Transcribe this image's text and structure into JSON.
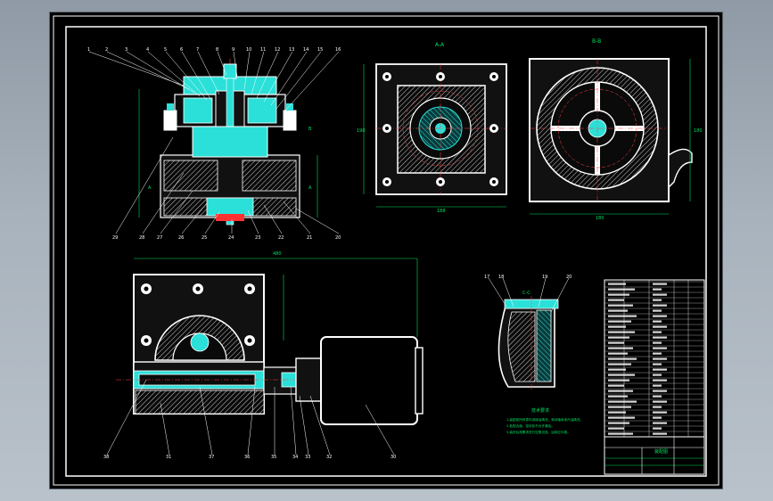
{
  "drawing": {
    "section_aa_label": "A-A",
    "section_bb_label": "B-B",
    "section_cc_label": "C-C",
    "mark_a_left": "A",
    "mark_a_right": "A",
    "mark_b": "B"
  },
  "callouts_top": [
    "1",
    "2",
    "3",
    "4",
    "5",
    "6",
    "7",
    "8",
    "9",
    "10",
    "11",
    "12",
    "13",
    "14",
    "15",
    "16"
  ],
  "callouts_left_bottom": [
    "29",
    "28",
    "27",
    "26",
    "25",
    "24",
    "23",
    "22",
    "21",
    "20"
  ],
  "callouts_lower": [
    "38",
    "31",
    "37",
    "36",
    "35",
    "34",
    "33",
    "32",
    "30"
  ],
  "callouts_cc": [
    "17",
    "18",
    "19",
    "20"
  ],
  "dimensions": {
    "aa_width": "188",
    "aa_height": "190",
    "bb_width": "180",
    "bb_height": "180",
    "lower_width": "480"
  },
  "tech_notes": {
    "title": "技术要求",
    "lines": [
      "1.装配前所有零件用煤油清洗，滚动轴承用汽油清洗。",
      "2.各配合面、密封处不允许漏油。",
      "3.装好后按要求进行空载试验，运转应平稳。"
    ]
  },
  "title_block": {
    "name": "装配图"
  }
}
